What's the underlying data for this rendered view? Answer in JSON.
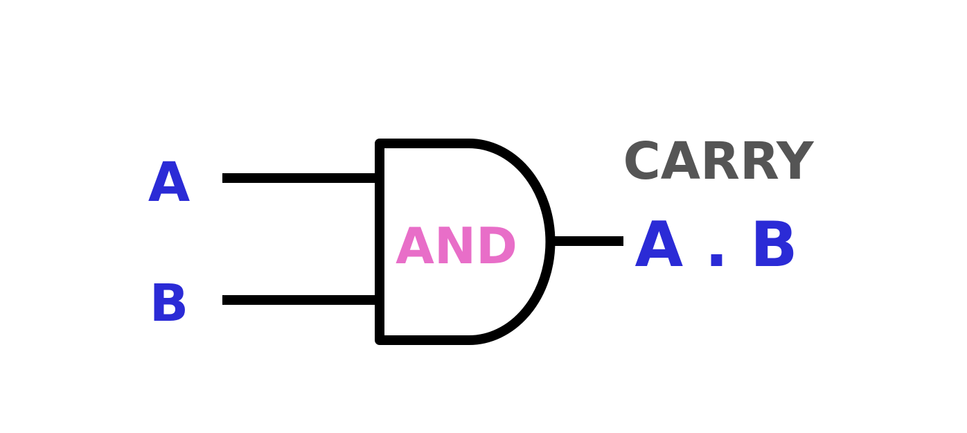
{
  "gate": {
    "type_label": "AND",
    "label_color": "#e86ec8"
  },
  "inputs": [
    {
      "label": "A",
      "color": "#2b2bd6"
    },
    {
      "label": "B",
      "color": "#2b2bd6"
    }
  ],
  "output": {
    "name": "CARRY",
    "name_color": "#555555",
    "expression": "A . B",
    "expression_color": "#2b2bd6"
  },
  "line_color": "#000000"
}
